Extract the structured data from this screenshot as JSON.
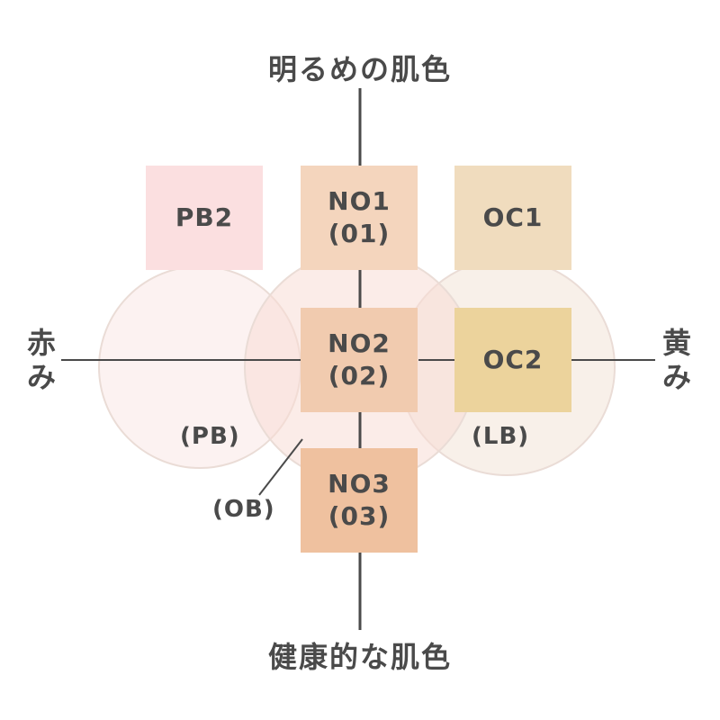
{
  "axes": {
    "top_label": "明るめの肌色",
    "bottom_label": "健康的な肌色",
    "left_label": "赤み",
    "right_label": "黄み"
  },
  "groups": {
    "pb": "(PB)",
    "lb": "(LB)",
    "ob": "(OB)"
  },
  "swatches": {
    "pb2": {
      "name": "PB2",
      "code": "",
      "color": "#fbdfe0"
    },
    "no1": {
      "name": "NO1",
      "code": "(01)",
      "color": "#f4d5bd"
    },
    "oc1": {
      "name": "OC1",
      "code": "",
      "color": "#f0dcbe"
    },
    "no2": {
      "name": "NO2",
      "code": "(02)",
      "color": "#f1cbaf"
    },
    "oc2": {
      "name": "OC2",
      "code": "",
      "color": "#ecd39c"
    },
    "no3": {
      "name": "NO3",
      "code": "(03)",
      "color": "#efc19f"
    }
  },
  "colors": {
    "text": "#4a4a4a",
    "axis_line": "#4a4a4a",
    "circle_pb": "#fbeeec",
    "circle_center": "#f8e3db",
    "circle_lb": "#f6ebe2",
    "circle_stroke": "#e9dbd5"
  }
}
